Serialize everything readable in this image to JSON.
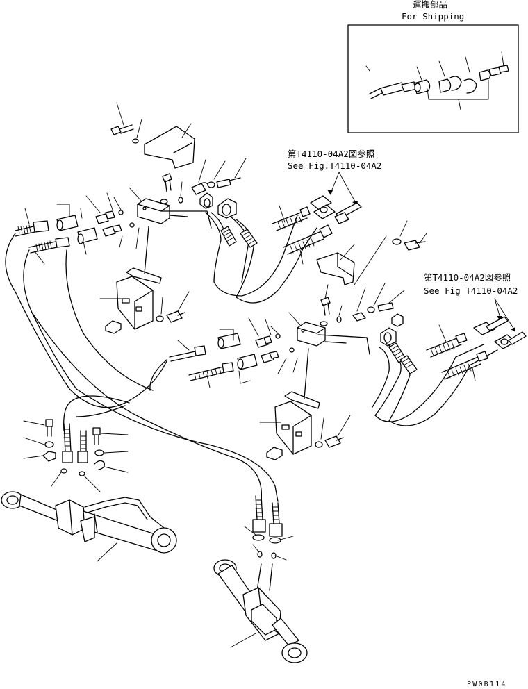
{
  "shipping_box": {
    "title_jp": "運搬部品",
    "title_en": "For Shipping"
  },
  "reference_upper": {
    "jp": "第T4110-04A2図参照",
    "en": "See Fig.T4110-04A2"
  },
  "reference_right": {
    "jp": "第T4110-04A2図参照",
    "en": "See Fig T4110-04A2"
  },
  "drawing_code": "PW0B114"
}
